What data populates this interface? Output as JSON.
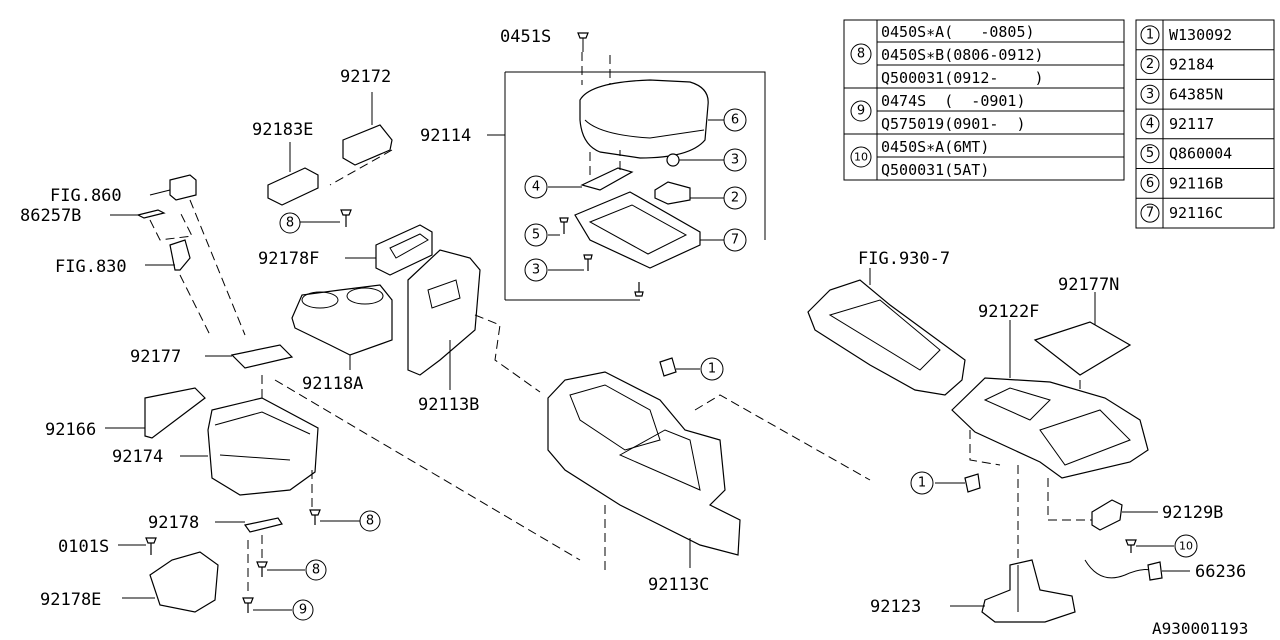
{
  "labels": {
    "l0451s": "0451S",
    "l92172": "92172",
    "l92183e": "92183E",
    "l92114": "92114",
    "lfig860": "FIG.860",
    "l86257b": "86257B",
    "lfig830": "FIG.830",
    "l92178f": "92178F",
    "l92177": "92177",
    "l92118a": "92118A",
    "l92113b": "92113B",
    "l92166": "92166",
    "l92174": "92174",
    "l92178": "92178",
    "l0101s": "0101S",
    "l92178e": "92178E",
    "l92113c": "92113C",
    "lfig9307": "FIG.930-7",
    "l92177n": "92177N",
    "l92122f": "92122F",
    "l92129b": "92129B",
    "l66236": "66236",
    "l92123": "92123",
    "code": "A930001193"
  },
  "callouts": {
    "c8a": "8",
    "c8b": "8",
    "c8c": "8",
    "c9": "9",
    "c6": "6",
    "c3a": "3",
    "c2": "2",
    "c7": "7",
    "c4": "4",
    "c5": "5",
    "c3b": "3",
    "c1a": "1",
    "c1b": "1",
    "c10": "10"
  },
  "ref_table_left": {
    "g8": "8",
    "g9": "9",
    "g10": "10",
    "rows": [
      "0450S∗A(   -0805)",
      "0450S∗B(0806-0912)",
      "Q500031(0912-    )",
      "0474S  (  -0901)",
      "Q575019(0901-  )",
      "0450S∗A(6MT)",
      "Q500031(5AT)"
    ]
  },
  "ref_table_right": {
    "nums": [
      "1",
      "2",
      "3",
      "4",
      "5",
      "6",
      "7"
    ],
    "parts": [
      "W130092",
      "92184",
      "64385N",
      "92117",
      "Q860004",
      "92116B",
      "92116C"
    ]
  }
}
